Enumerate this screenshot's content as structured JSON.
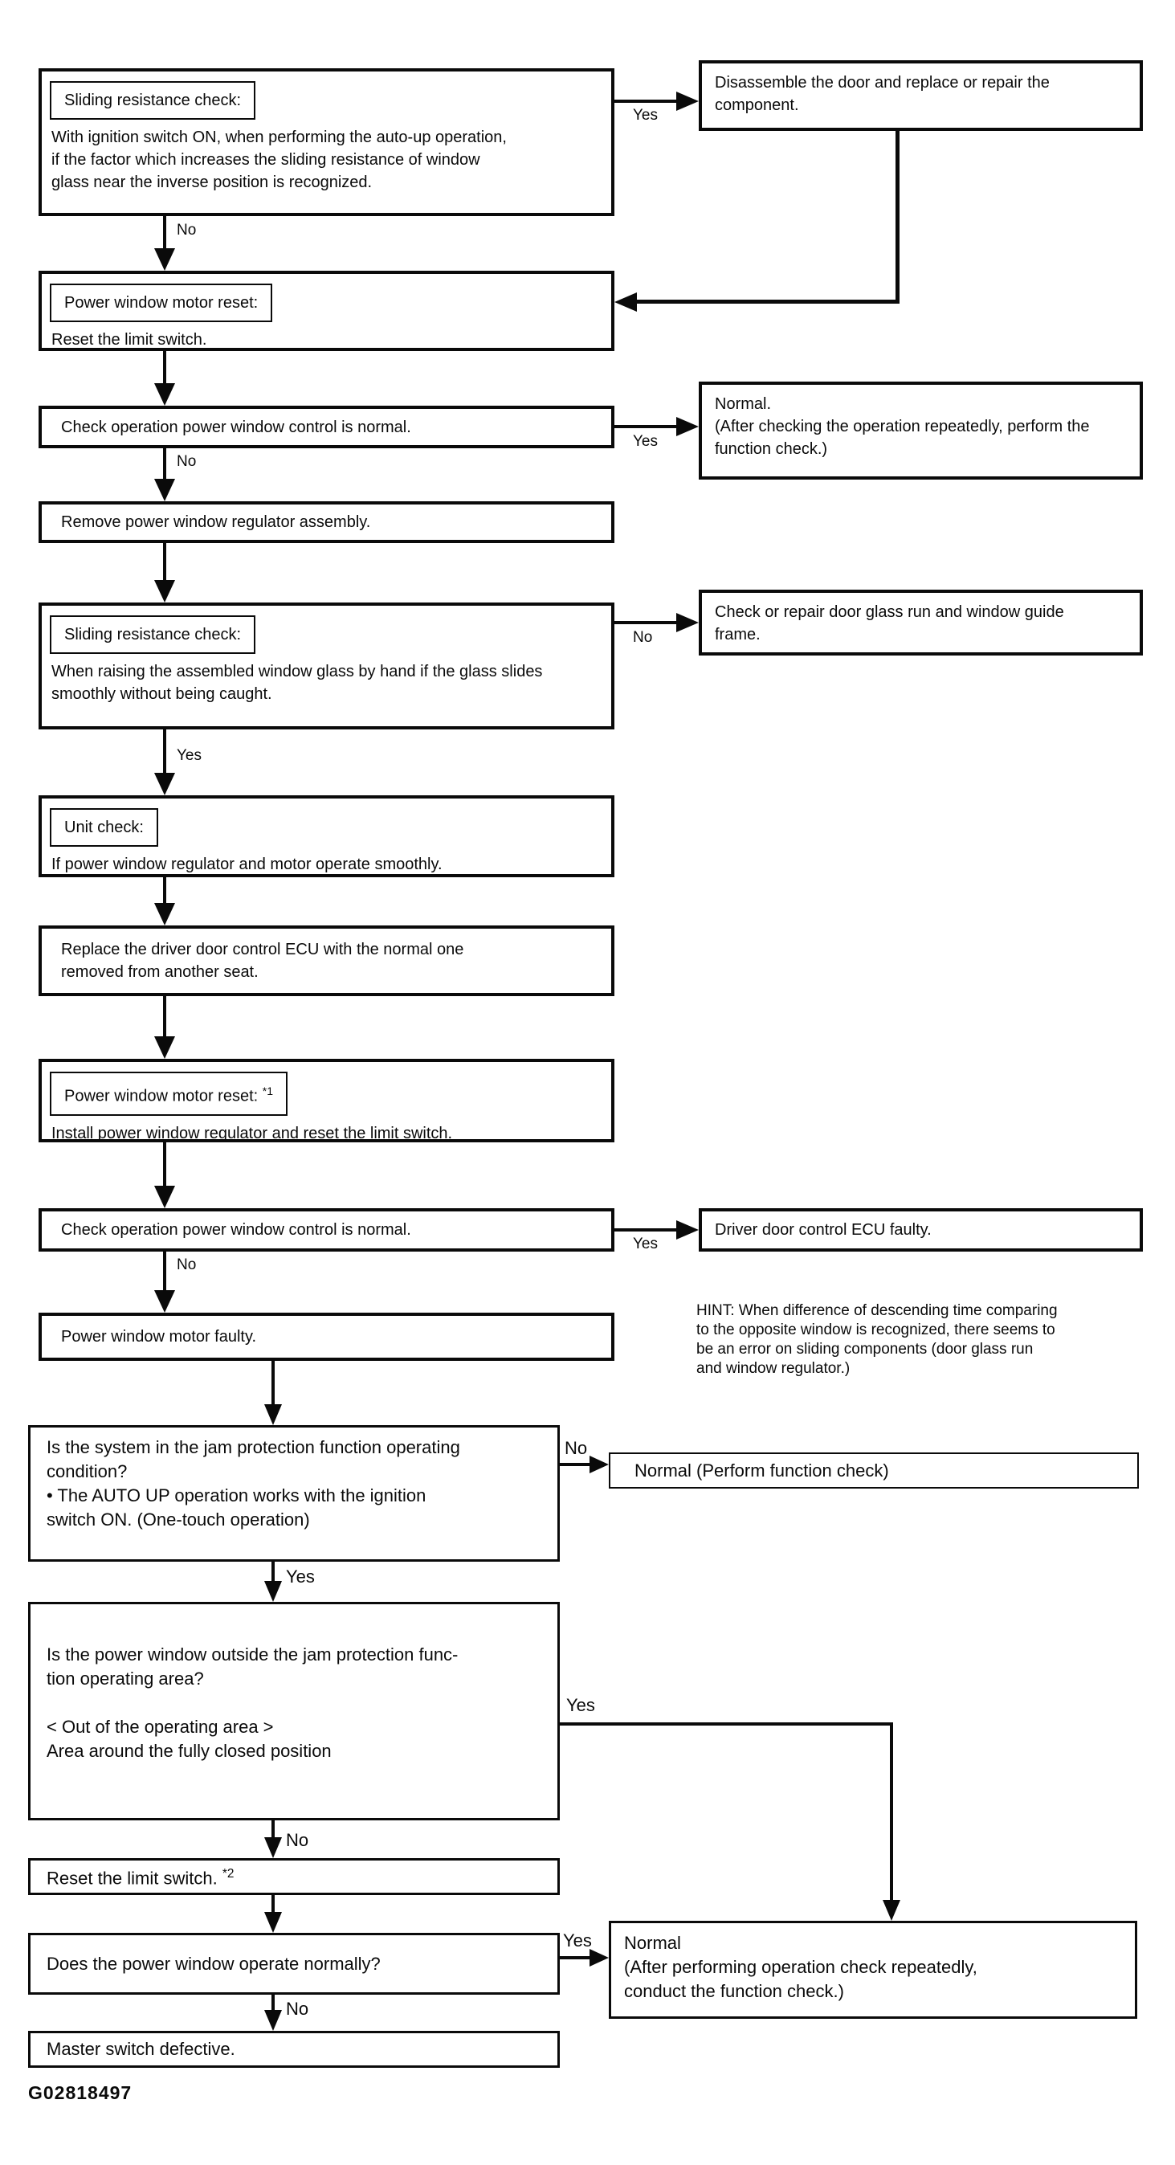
{
  "labels": {
    "yes": "Yes",
    "no": "No"
  },
  "nodes": {
    "sliding_check_1": {
      "title": "Sliding resistance check:",
      "body": "With ignition switch ON, when performing the auto-up operation,\nif the factor which increases the sliding resistance of window\nglass near the inverse position is recognized."
    },
    "motor_reset_1": {
      "title": "Power window motor reset:",
      "body": "Reset the limit switch."
    },
    "check_operation_1": {
      "text": "Check operation power window control is normal."
    },
    "remove_regulator": {
      "text": "Remove power window regulator assembly."
    },
    "sliding_check_2": {
      "title": "Sliding resistance check:",
      "body": "When raising the assembled window glass by hand if the glass slides\nsmoothly without being caught."
    },
    "unit_check": {
      "title": "Unit check:",
      "body": "If power window regulator and motor operate smoothly."
    },
    "replace_ecu": {
      "text": "Replace the driver door control ECU with the normal one\nremoved from another seat."
    },
    "motor_reset_2": {
      "title": "Power window motor reset:",
      "sup": "*1",
      "body": "Install power window regulator and reset the limit switch."
    },
    "check_operation_2": {
      "text": "Check operation power window control is normal."
    },
    "motor_faulty": {
      "text": "Power window motor faulty."
    },
    "disassemble": {
      "text": "Disassemble the door and replace or repair the\ncomponent."
    },
    "normal_after_check": {
      "text": "Normal.\n(After checking the operation repeatedly, perform the\nfunction check.)"
    },
    "check_repair_glass_run": {
      "text": "Check or repair door glass run and window guide\nframe."
    },
    "ecu_faulty": {
      "text": "Driver door control ECU faulty."
    },
    "hint": {
      "text": "HINT: When difference of descending time comparing\nto the opposite window is recognized, there seems to\nbe an error on sliding components (door glass run\nand window regulator.)"
    },
    "jam_condition": {
      "text": "Is the system in the jam protection function operating\ncondition?\n •  The  AUTO  UP  operation  works  with  the  ignition\nswitch ON. (One-touch operation)"
    },
    "normal_perform": {
      "text": "Normal (Perform function check)"
    },
    "jam_area": {
      "text": "Is the power window outside the jam protection func-\ntion operating area?\n\n< Out of the operating area >\nArea around the fully closed position"
    },
    "reset_limit": {
      "text": "Reset the limit switch.",
      "sup": "*2"
    },
    "operate_normally": {
      "text": "Does the power window operate normally?"
    },
    "master_switch": {
      "text": "Master switch defective."
    },
    "normal_repeat": {
      "text": "Normal\n(After  performing  operation  check  repeatedly,\nconduct the function check.)"
    }
  },
  "footer": {
    "figure_id": "G02818497"
  },
  "colors": {
    "ink": "#0a0a0a",
    "background": "#ffffff"
  }
}
